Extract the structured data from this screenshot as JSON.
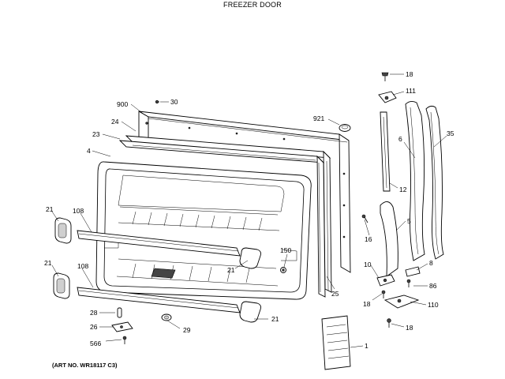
{
  "title": "FREEZER DOOR",
  "art_number": "(ART NO. WR18117 C3)",
  "callouts": [
    {
      "id": "c-18-top",
      "text": "18"
    },
    {
      "id": "c-111",
      "text": "111"
    },
    {
      "id": "c-30",
      "text": "30"
    },
    {
      "id": "c-900",
      "text": "900"
    },
    {
      "id": "c-921",
      "text": "921"
    },
    {
      "id": "c-24",
      "text": "24"
    },
    {
      "id": "c-23",
      "text": "23"
    },
    {
      "id": "c-4",
      "text": "4"
    },
    {
      "id": "c-6",
      "text": "6"
    },
    {
      "id": "c-35",
      "text": "35"
    },
    {
      "id": "c-12",
      "text": "12"
    },
    {
      "id": "c-21-a",
      "text": "21"
    },
    {
      "id": "c-108-a",
      "text": "108"
    },
    {
      "id": "c-5",
      "text": "5"
    },
    {
      "id": "c-16",
      "text": "16"
    },
    {
      "id": "c-150",
      "text": "150"
    },
    {
      "id": "c-21-b",
      "text": "21"
    },
    {
      "id": "c-21-c",
      "text": "21"
    },
    {
      "id": "c-108-b",
      "text": "108"
    },
    {
      "id": "c-8",
      "text": "8"
    },
    {
      "id": "c-10",
      "text": "10"
    },
    {
      "id": "c-86",
      "text": "86"
    },
    {
      "id": "c-25",
      "text": "25"
    },
    {
      "id": "c-18-mid",
      "text": "18"
    },
    {
      "id": "c-110",
      "text": "110"
    },
    {
      "id": "c-28",
      "text": "28"
    },
    {
      "id": "c-21-d",
      "text": "21"
    },
    {
      "id": "c-26",
      "text": "26"
    },
    {
      "id": "c-29",
      "text": "29"
    },
    {
      "id": "c-18-bot",
      "text": "18"
    },
    {
      "id": "c-566",
      "text": "566"
    },
    {
      "id": "c-1",
      "text": "1"
    }
  ]
}
